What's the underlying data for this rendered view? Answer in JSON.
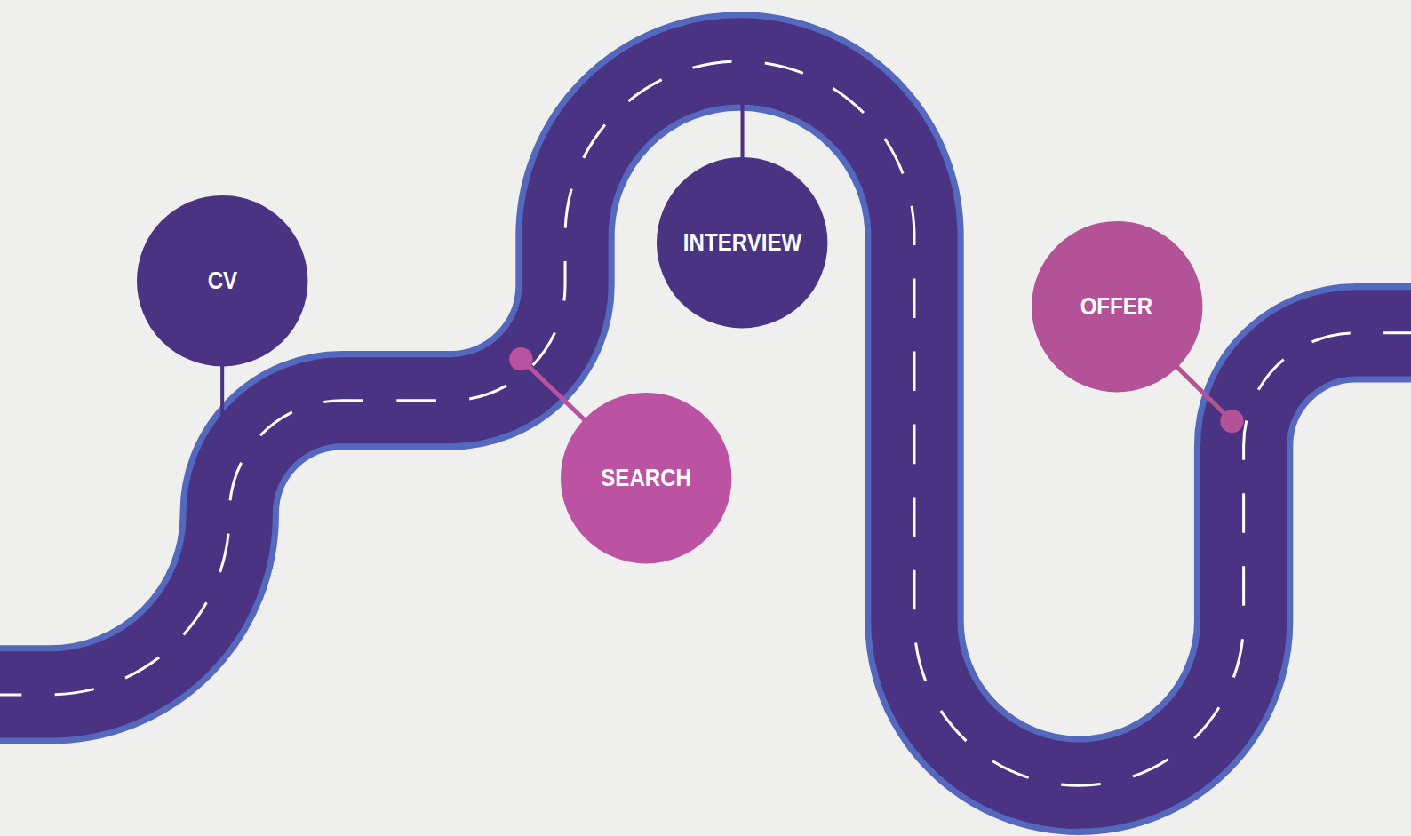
{
  "diagram": {
    "nodes": [
      {
        "text": [
          "CV"
        ]
      },
      {
        "text": [
          "SEARCH"
        ]
      },
      {
        "text": [
          "INTERVIEW"
        ]
      },
      {
        "text": [
          "OFFER"
        ]
      }
    ]
  }
}
